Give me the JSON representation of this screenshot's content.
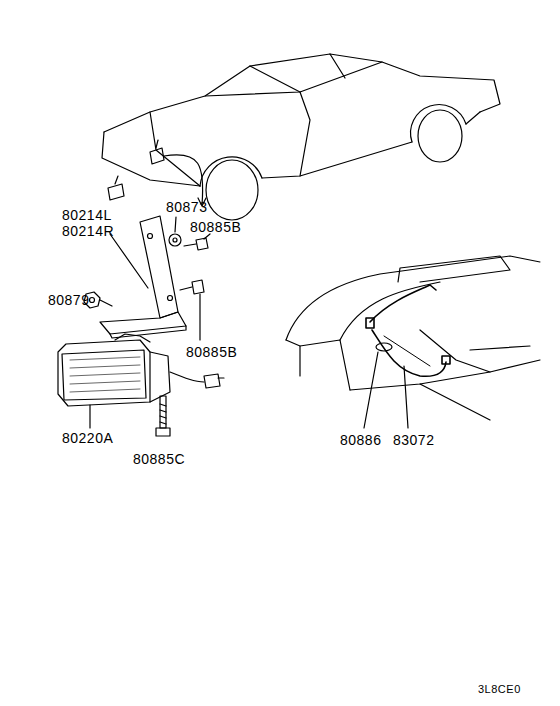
{
  "diagram": {
    "labels": [
      "80214L",
      "80214R",
      "80873",
      "80885B",
      "80879",
      "80885B",
      "80220A",
      "80885C",
      "80886",
      "83072",
      "3L8CE0"
    ]
  }
}
